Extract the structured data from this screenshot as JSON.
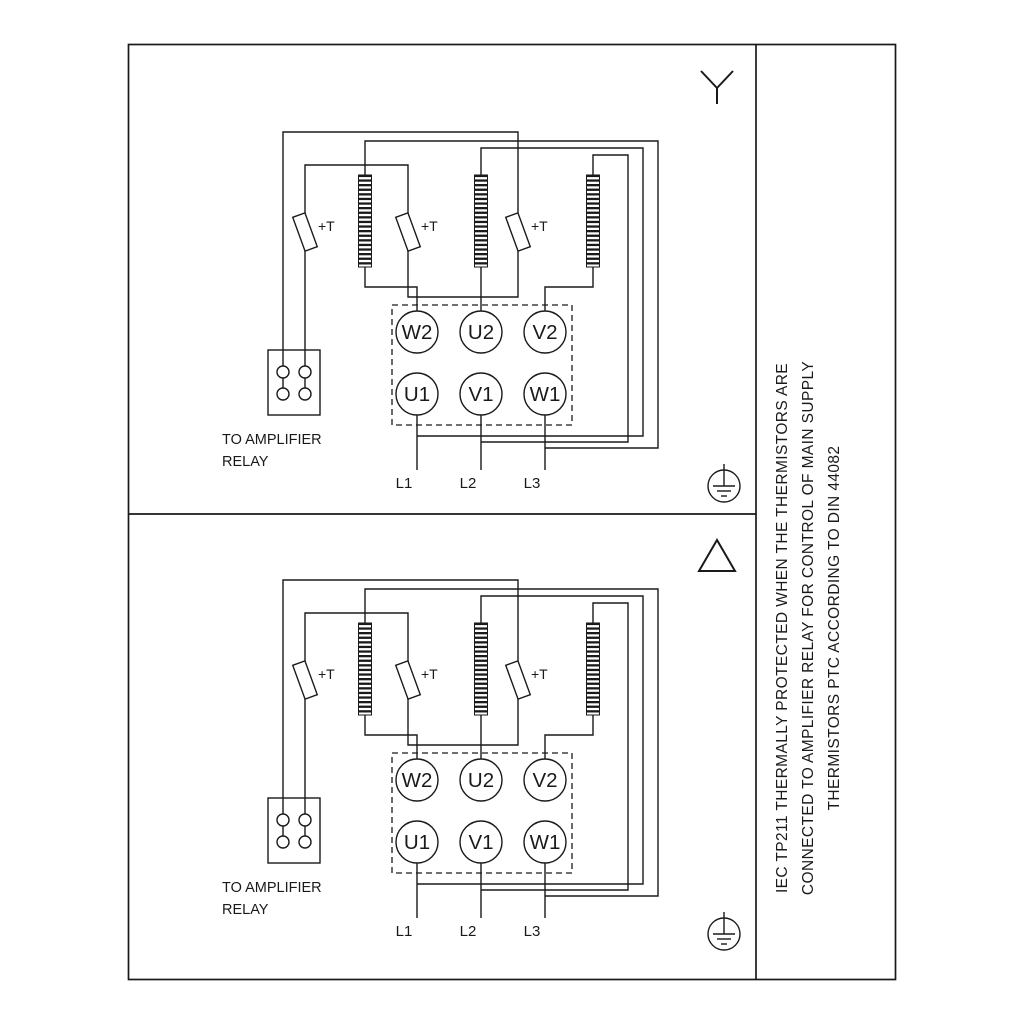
{
  "frame": {
    "stroke": "#1a1a1a",
    "background": "#ffffff"
  },
  "star": {
    "connection": "star",
    "terminals_top": [
      "W2",
      "U2",
      "V2"
    ],
    "terminals_bottom": [
      "U1",
      "V1",
      "W1"
    ],
    "thermistors": [
      "+T",
      "+T",
      "+T"
    ],
    "relay_line1": "TO AMPLIFIER",
    "relay_line2": "RELAY",
    "supply": [
      "L1",
      "L2",
      "L3"
    ]
  },
  "delta": {
    "connection": "delta",
    "terminals_top": [
      "W2",
      "U2",
      "V2"
    ],
    "terminals_bottom": [
      "U1",
      "V1",
      "W1"
    ],
    "thermistors": [
      "+T",
      "+T",
      "+T"
    ],
    "relay_line1": "TO AMPLIFIER",
    "relay_line2": "RELAY",
    "supply": [
      "L1",
      "L2",
      "L3"
    ]
  },
  "sidebar": {
    "lines": [
      "IEC TP211 THERMALLY PROTECTED WHEN THE THERMISTORS ARE",
      "CONNECTED TO AMPLIFIER RELAY FOR CONTROL OF MAIN SUPPLY",
      "THERMISTORS PTC ACCORDING TO DIN 44082"
    ]
  }
}
